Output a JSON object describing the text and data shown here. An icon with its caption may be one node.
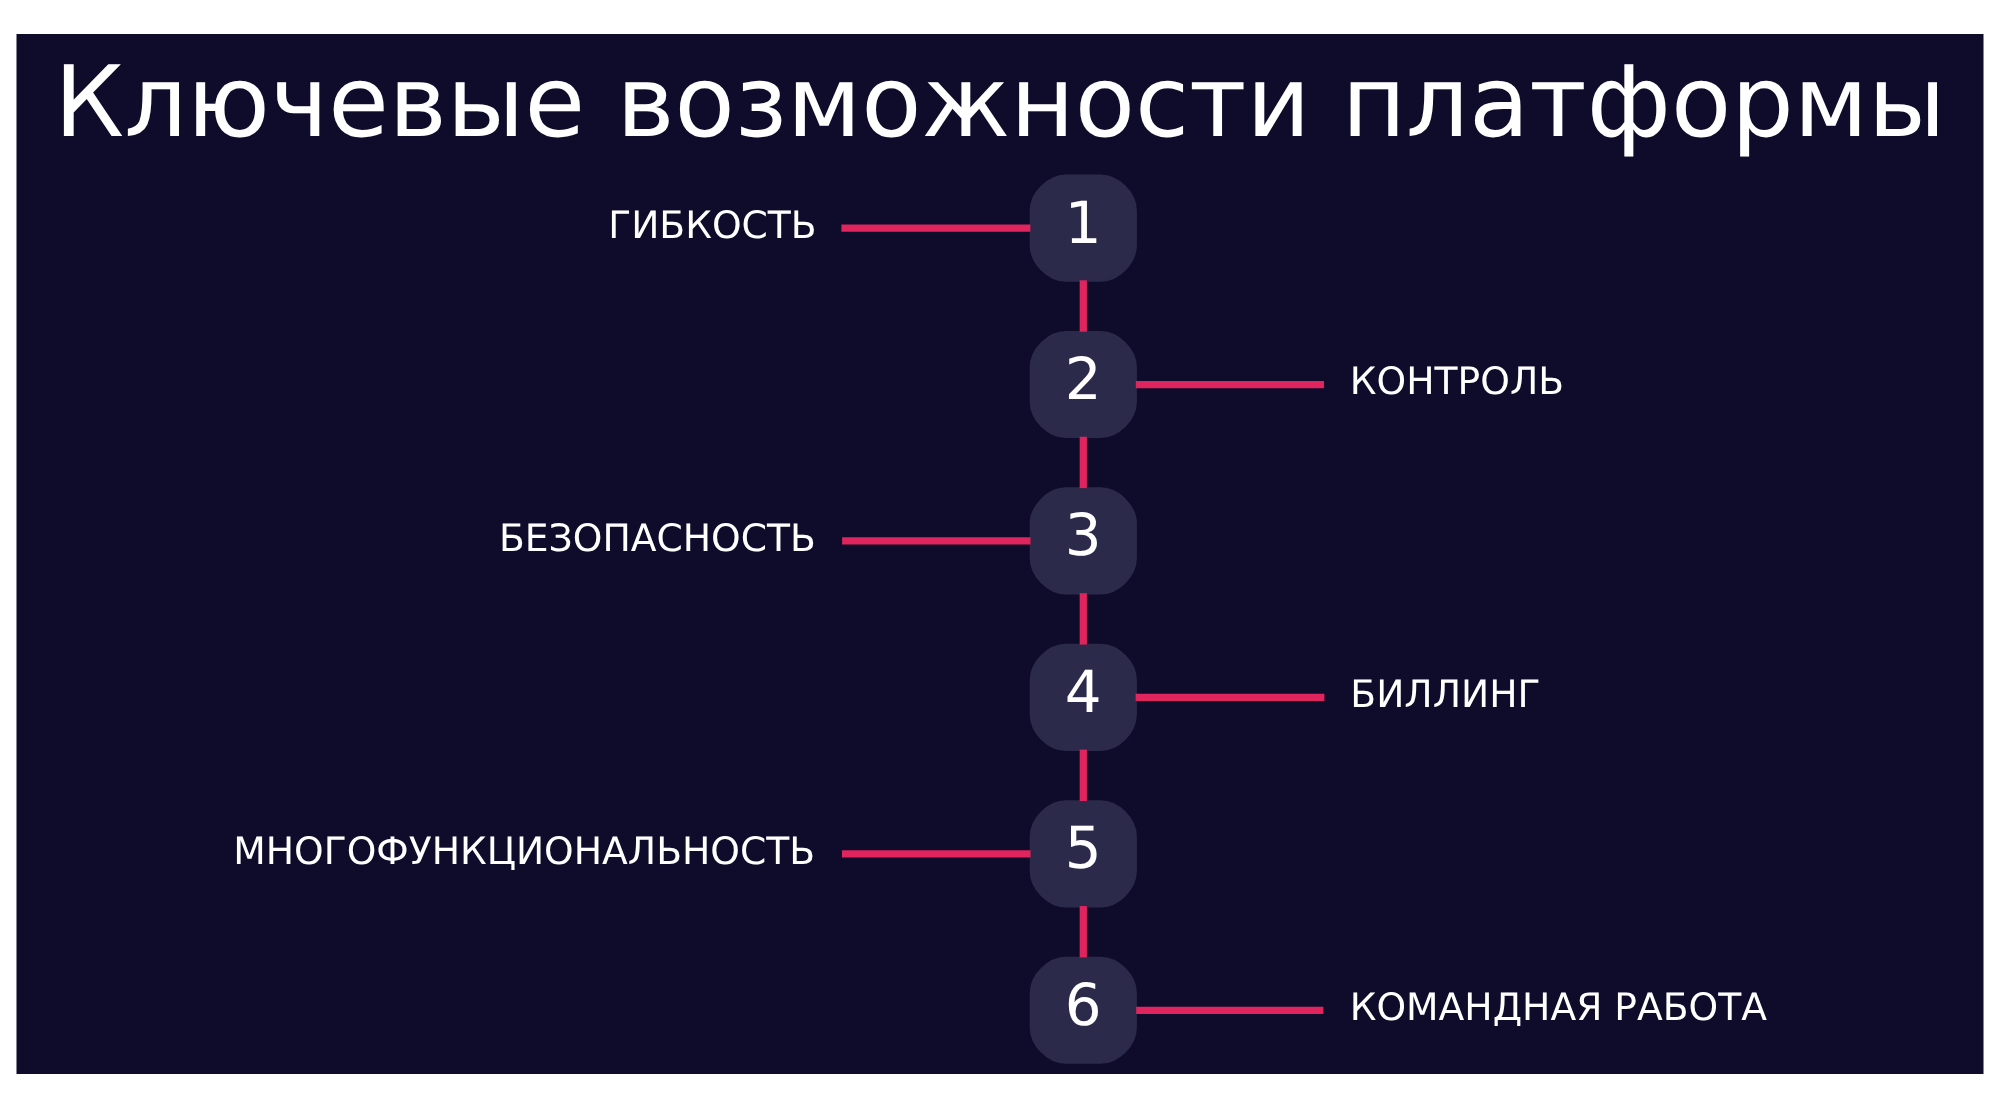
{
  "diagram": {
    "title": "Ключевые возможности платформы",
    "nodes": [
      {
        "text": [
          "ГИБКОСТЬ"
        ]
      },
      {
        "text": [
          "1"
        ]
      },
      {
        "text": [
          "2"
        ]
      },
      {
        "text": [
          "КОНТРОЛЬ"
        ]
      },
      {
        "text": [
          "БЕЗОПАСНОСТЬ"
        ]
      },
      {
        "text": [
          "3"
        ]
      },
      {
        "text": [
          "4"
        ]
      },
      {
        "text": [
          "БИЛЛИНГ"
        ]
      },
      {
        "text": [
          "МНОГОФУНКЦИОНАЛЬНОСТЬ"
        ]
      },
      {
        "text": [
          "5"
        ]
      },
      {
        "text": [
          "6"
        ]
      },
      {
        "text": [
          "КОМАНДНАЯ РАБОТА"
        ]
      }
    ],
    "edges": [
      {
        "from": 1,
        "to": 2,
        "arrow": "none"
      },
      {
        "from": 2,
        "to": 5,
        "arrow": "none"
      },
      {
        "from": 5,
        "to": 6,
        "arrow": "none"
      },
      {
        "from": 6,
        "to": 9,
        "arrow": "none"
      },
      {
        "from": 9,
        "to": 10,
        "arrow": "none"
      },
      {
        "from": 0,
        "to": 1,
        "arrow": "none"
      },
      {
        "from": 2,
        "to": 3,
        "arrow": "none"
      },
      {
        "from": 4,
        "to": 5,
        "arrow": "none"
      },
      {
        "from": 6,
        "to": 7,
        "arrow": "none"
      },
      {
        "from": 8,
        "to": 9,
        "arrow": "none"
      },
      {
        "from": 10,
        "to": 11,
        "arrow": "none"
      }
    ]
  }
}
